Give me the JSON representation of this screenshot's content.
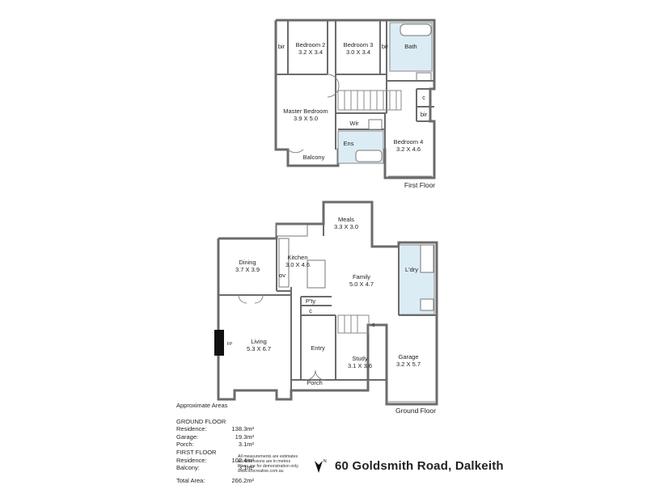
{
  "first_floor": {
    "label": "First Floor",
    "rooms": {
      "bedroom2": {
        "name": "Bedroom 2",
        "size": "3.2 X 3.4"
      },
      "bedroom3": {
        "name": "Bedroom 3",
        "size": "3.0 X 3.4"
      },
      "bath": {
        "name": "Bath"
      },
      "master": {
        "name": "Master Bedroom",
        "size": "3.9 X 5.0"
      },
      "wir": {
        "name": "Wir"
      },
      "ens": {
        "name": "Ens"
      },
      "bedroom4": {
        "name": "Bedroom 4",
        "size": "3.2 X 4.6"
      },
      "balcony": {
        "name": "Balcony"
      },
      "bir": "bir",
      "cupboard": "c"
    }
  },
  "ground_floor": {
    "label": "Ground Floor",
    "rooms": {
      "meals": {
        "name": "Meals",
        "size": "3.3 X 3.0"
      },
      "dining": {
        "name": "Dining",
        "size": "3.7 X 3.9"
      },
      "kitchen": {
        "name": "Kitchen",
        "size": "3.0 X 4.6"
      },
      "family": {
        "name": "Family",
        "size": "5.0 X 4.7"
      },
      "laundry": {
        "name": "L'dry"
      },
      "pantry": {
        "name": "P'ty"
      },
      "living": {
        "name": "Living",
        "size": "5.3 X 6.7"
      },
      "entry": {
        "name": "Entry"
      },
      "study": {
        "name": "Study",
        "size": "3.1 X 3.6"
      },
      "garage": {
        "name": "Garage",
        "size": "3.2 X 5.7"
      },
      "porch": {
        "name": "Porch"
      },
      "oven": "ov",
      "fireplace": "FP",
      "cupboard": "c"
    }
  },
  "areas": {
    "title": "Approximate Areas",
    "ground_heading": "GROUND FLOOR",
    "first_heading": "FIRST FLOOR",
    "residence_label": "Residence:",
    "garage_label": "Garage:",
    "porch_label": "Porch:",
    "balcony_label": "Balcony:",
    "total_label": "Total Area:",
    "ground_residence": "138.3m²",
    "ground_garage": "19.3m²",
    "ground_porch": "3.1m²",
    "first_residence": "102.4m²",
    "first_balcony": "3.1m²",
    "total": "266.2m²"
  },
  "disclaimer": {
    "line1": "All measurements are estimates",
    "line2": "All dimensions are in metres",
    "line3": "Plans are for demonstration only.",
    "line4": "www.orbcreative.com.au"
  },
  "north_label": "N",
  "address": "60 Goldsmith Road, Dalkeith"
}
